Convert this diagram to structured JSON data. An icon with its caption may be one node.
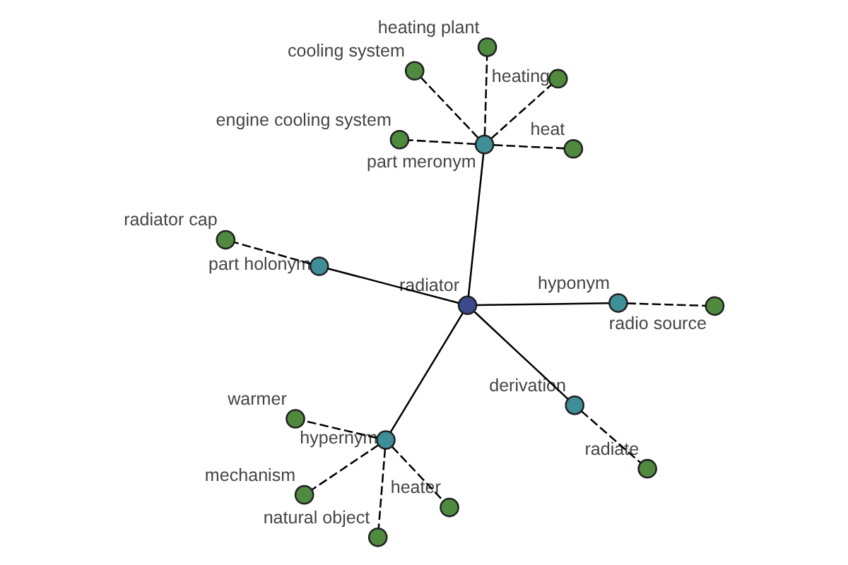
{
  "diagram": {
    "nodes": [
      {
        "text": [
          "radiator"
        ]
      },
      {
        "text": [
          "hypernym"
        ]
      },
      {
        "text": [
          "derivation"
        ]
      },
      {
        "text": [
          "part holonym"
        ]
      },
      {
        "text": [
          "hyponym"
        ]
      },
      {
        "text": [
          "part meronym"
        ]
      },
      {
        "text": [
          "radiator cap"
        ]
      },
      {
        "text": [
          "radiate"
        ]
      },
      {
        "text": [
          "mechanism"
        ]
      },
      {
        "text": [
          "heater"
        ]
      },
      {
        "text": [
          "natural object"
        ]
      },
      {
        "text": [
          "warmer"
        ]
      },
      {
        "text": [
          "radio source"
        ]
      },
      {
        "text": [
          "heating"
        ]
      },
      {
        "text": [
          "heating plant"
        ]
      },
      {
        "text": [
          "engine cooling system"
        ]
      },
      {
        "text": [
          "heat"
        ]
      },
      {
        "text": [
          "cooling system"
        ]
      }
    ],
    "edges": [
      {
        "from": 0,
        "to": 1,
        "arrow": "none"
      },
      {
        "from": 0,
        "to": 2,
        "arrow": "none"
      },
      {
        "from": 0,
        "to": 3,
        "arrow": "none"
      },
      {
        "from": 0,
        "to": 4,
        "arrow": "none"
      },
      {
        "from": 0,
        "to": 5,
        "arrow": "none"
      },
      {
        "from": 3,
        "to": 6,
        "arrow": "none",
        "style": "dashed"
      },
      {
        "from": 2,
        "to": 7,
        "arrow": "none",
        "style": "dashed"
      },
      {
        "from": 1,
        "to": 8,
        "arrow": "none",
        "style": "dashed"
      },
      {
        "from": 1,
        "to": 9,
        "arrow": "none",
        "style": "dashed"
      },
      {
        "from": 1,
        "to": 10,
        "arrow": "none",
        "style": "dashed"
      },
      {
        "from": 1,
        "to": 11,
        "arrow": "none",
        "style": "dashed"
      },
      {
        "from": 4,
        "to": 12,
        "arrow": "none",
        "style": "dashed"
      },
      {
        "from": 5,
        "to": 13,
        "arrow": "none",
        "style": "dashed"
      },
      {
        "from": 5,
        "to": 14,
        "arrow": "none",
        "style": "dashed"
      },
      {
        "from": 5,
        "to": 15,
        "arrow": "none",
        "style": "dashed"
      },
      {
        "from": 5,
        "to": 16,
        "arrow": "none",
        "style": "dashed"
      },
      {
        "from": 5,
        "to": 17,
        "arrow": "none",
        "style": "dashed"
      }
    ]
  }
}
